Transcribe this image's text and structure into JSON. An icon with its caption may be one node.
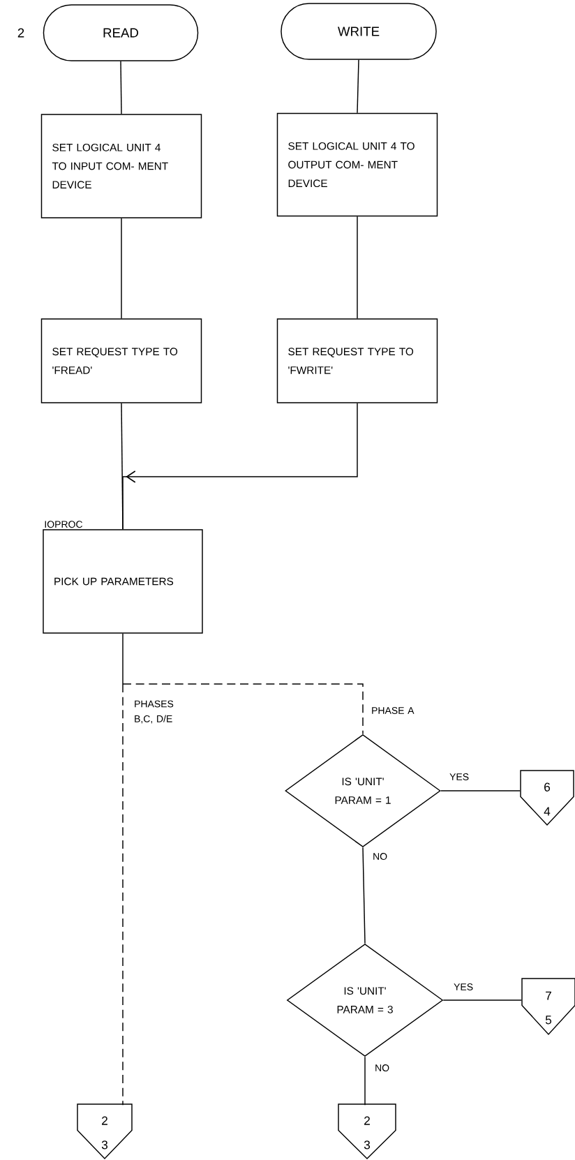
{
  "diagram": {
    "nodes": [
      {
        "text": [
          "READ"
        ]
      },
      {
        "text": [
          "WRITE"
        ]
      },
      {
        "text": [
          "SET LOGICAL UNIT 4 TO INPUT COM- MENT DEVICE"
        ]
      },
      {
        "text": [
          "SET LOGICAL UNIT 4 TO OUTPUT COM- MENT DEVICE"
        ]
      },
      {
        "text": [
          "SET REQUEST TYPE TO 'FREAD'"
        ]
      },
      {
        "text": [
          "SET REQUEST TYPE TO 'FWRITE'"
        ]
      },
      {
        "text": [
          "PICK UP PARAMETERS"
        ],
        "beside": [
          "IOPROC"
        ]
      },
      {
        "text": [
          "IS 'UNIT' PARAM = 1"
        ]
      },
      {
        "text": [
          "6",
          "4"
        ]
      },
      {
        "text": [
          "IS 'UNIT' PARAM = 3"
        ]
      },
      {
        "text": [
          "7",
          "5"
        ]
      },
      {
        "text": [
          "2",
          "3"
        ]
      },
      {
        "text": [
          "2",
          "3"
        ]
      }
    ],
    "edges": [
      {
        "from": 0,
        "to": 2,
        "arrow": "none"
      },
      {
        "from": 1,
        "to": 3,
        "arrow": "none"
      },
      {
        "from": 2,
        "to": 4,
        "arrow": "none"
      },
      {
        "from": 3,
        "to": 5,
        "arrow": "none"
      },
      {
        "from": 4,
        "to": 6,
        "arrow": "none"
      },
      {
        "from": 5,
        "to": 6,
        "arrow": "to"
      },
      {
        "from": 6,
        "to": 11,
        "arrow": "none",
        "style": "dashed",
        "label": "PHASES B,C, D/E"
      },
      {
        "from": 6,
        "to": 7,
        "arrow": "none",
        "style": "dashed",
        "label": "PHASE A"
      },
      {
        "from": 7,
        "to": 8,
        "arrow": "none",
        "label": "YES"
      },
      {
        "from": 7,
        "to": 9,
        "arrow": "none",
        "label": "NO"
      },
      {
        "from": 9,
        "to": 10,
        "arrow": "none",
        "label": "YES"
      },
      {
        "from": 9,
        "to": 12,
        "arrow": "none",
        "label": "NO"
      }
    ],
    "labels": [
      "2"
    ]
  }
}
